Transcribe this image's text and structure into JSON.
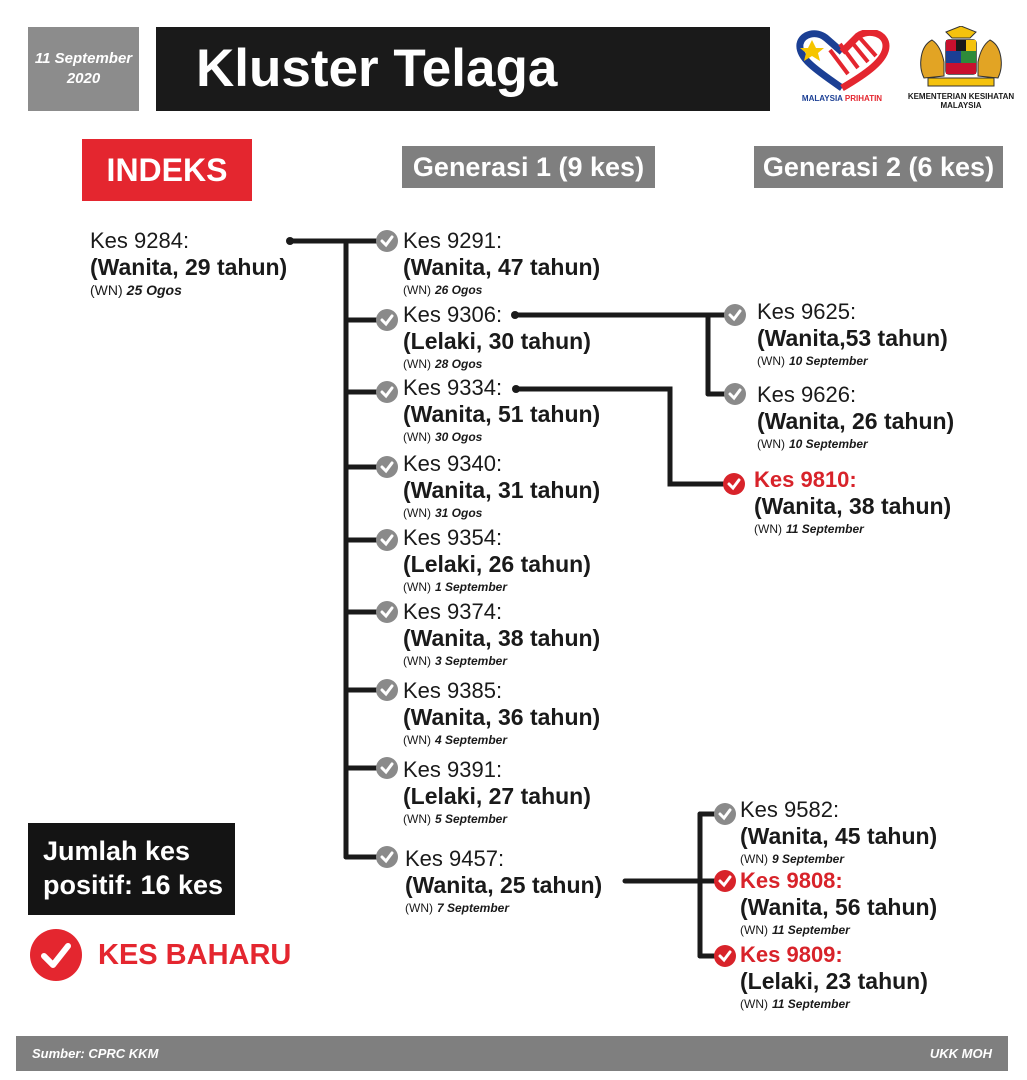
{
  "header": {
    "date_line1": "11 September",
    "date_line2": "2020",
    "title": "Kluster Telaga",
    "logo_malaysia_prihatin": {
      "word1": "MALAYSIA",
      "word2": "PRIHATIN"
    },
    "logo_kkm": {
      "line1": "KEMENTERIAN KESIHATAN",
      "line2": "MALAYSIA"
    }
  },
  "headings": {
    "index": "INDEKS",
    "gen1": "Generasi 1 (9 kes)",
    "gen2": "Generasi 2 (6 kes)"
  },
  "index_case": {
    "id": "Kes 9284:",
    "desc": "(Wanita, 29 tahun)",
    "nat": "(WN)",
    "date": "25 Ogos"
  },
  "gen1": [
    {
      "id": "Kes 9291:",
      "desc": "(Wanita, 47 tahun)",
      "nat": "(WN)",
      "date": "26 Ogos",
      "new": false
    },
    {
      "id": "Kes 9306:",
      "desc": "(Lelaki, 30 tahun)",
      "nat": "(WN)",
      "date": "28 Ogos",
      "new": false
    },
    {
      "id": "Kes 9334:",
      "desc": "(Wanita, 51 tahun)",
      "nat": "(WN)",
      "date": "30 Ogos",
      "new": false
    },
    {
      "id": "Kes 9340:",
      "desc": "(Wanita, 31 tahun)",
      "nat": "(WN)",
      "date": "31 Ogos",
      "new": false
    },
    {
      "id": "Kes 9354:",
      "desc": "(Lelaki, 26 tahun)",
      "nat": "(WN)",
      "date": "1 September",
      "new": false
    },
    {
      "id": "Kes 9374:",
      "desc": "(Wanita, 38 tahun)",
      "nat": "(WN)",
      "date": "3 September",
      "new": false
    },
    {
      "id": "Kes 9385:",
      "desc": "(Wanita, 36 tahun)",
      "nat": "(WN)",
      "date": "4 September",
      "new": false
    },
    {
      "id": "Kes 9391:",
      "desc": "(Lelaki, 27 tahun)",
      "nat": "(WN)",
      "date": "5 September",
      "new": false
    },
    {
      "id": "Kes 9457:",
      "desc": "(Wanita, 25 tahun)",
      "nat": "(WN)",
      "date": "7 September",
      "new": false
    }
  ],
  "gen2": [
    {
      "id": "Kes 9625:",
      "desc": "(Wanita,53 tahun)",
      "nat": "(WN)",
      "date": "10 September",
      "new": false,
      "parent": "Kes 9306"
    },
    {
      "id": "Kes 9626:",
      "desc": "(Wanita, 26 tahun)",
      "nat": "(WN)",
      "date": "10 September",
      "new": false,
      "parent": "Kes 9306"
    },
    {
      "id": "Kes 9810:",
      "desc": "(Wanita, 38 tahun)",
      "nat": "(WN)",
      "date": "11 September",
      "new": true,
      "parent": "Kes 9334"
    },
    {
      "id": "Kes 9582:",
      "desc": "(Wanita, 45 tahun)",
      "nat": "(WN)",
      "date": "9 September",
      "new": false,
      "parent": "Kes 9457"
    },
    {
      "id": "Kes 9808:",
      "desc": "(Wanita, 56 tahun)",
      "nat": "(WN)",
      "date": "11 September",
      "new": true,
      "parent": "Kes 9457"
    },
    {
      "id": "Kes 9809:",
      "desc": "(Lelaki, 23 tahun)",
      "nat": "(WN)",
      "date": "11 September",
      "new": true,
      "parent": "Kes 9457"
    }
  ],
  "total": {
    "line1": "Jumlah kes",
    "line2": "positif: 16 kes"
  },
  "legend": {
    "label": "KES BAHARU",
    "icon": "check-circle-icon"
  },
  "footer": {
    "source": "Sumber: CPRC KKM",
    "org": "UKK MOH"
  },
  "colors": {
    "red": "#e4262f",
    "new_case_red": "#d8232a",
    "grey": "#7f7f7f",
    "black": "#1a1a1a"
  }
}
